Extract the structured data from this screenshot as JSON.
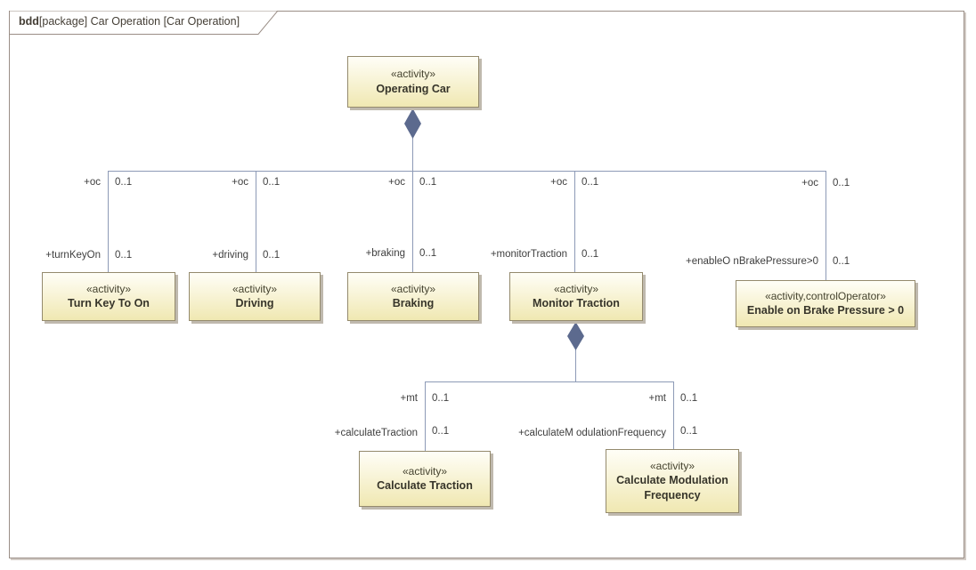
{
  "title": {
    "keyword": "bdd",
    "rest": "[package] Car Operation [Car Operation]"
  },
  "blocks": {
    "operating_car": {
      "stereotype": "«activity»",
      "name": "Operating Car"
    },
    "turn_key_to_on": {
      "stereotype": "«activity»",
      "name": "Turn Key To On"
    },
    "driving": {
      "stereotype": "«activity»",
      "name": "Driving"
    },
    "braking": {
      "stereotype": "«activity»",
      "name": "Braking"
    },
    "monitor_traction": {
      "stereotype": "«activity»",
      "name": "Monitor Traction"
    },
    "enable_on_brake_pressure": {
      "stereotype": "«activity,controlOperator»",
      "name": "Enable on Brake Pressure > 0"
    },
    "calculate_traction": {
      "stereotype": "«activity»",
      "name": "Calculate Traction"
    },
    "calculate_modulation_frequency": {
      "stereotype": "«activity»",
      "name": "Calculate Modulation Frequency"
    }
  },
  "connector_labels": {
    "oc_role": "+oc",
    "mt_role": "+mt",
    "multiplicity": "0..1",
    "turn_key_role": "+turnKeyOn",
    "driving_role": "+driving",
    "braking_role": "+braking",
    "monitor_traction_role": "+monitorTraction",
    "enable_role": "+enableO nBrakePressure>0",
    "calculate_traction_role": "+calculateTraction",
    "calculate_modulation_role": "+calculateM odulationFrequency"
  },
  "colors": {
    "frame_border": "#9a8e86",
    "box_border": "#948a6d",
    "box_fill_top": "#fffef7",
    "box_fill_bottom": "#f0e8b2",
    "line": "#8d9ab6",
    "diamond": "#5c6a8e",
    "text": "#3a372e"
  }
}
